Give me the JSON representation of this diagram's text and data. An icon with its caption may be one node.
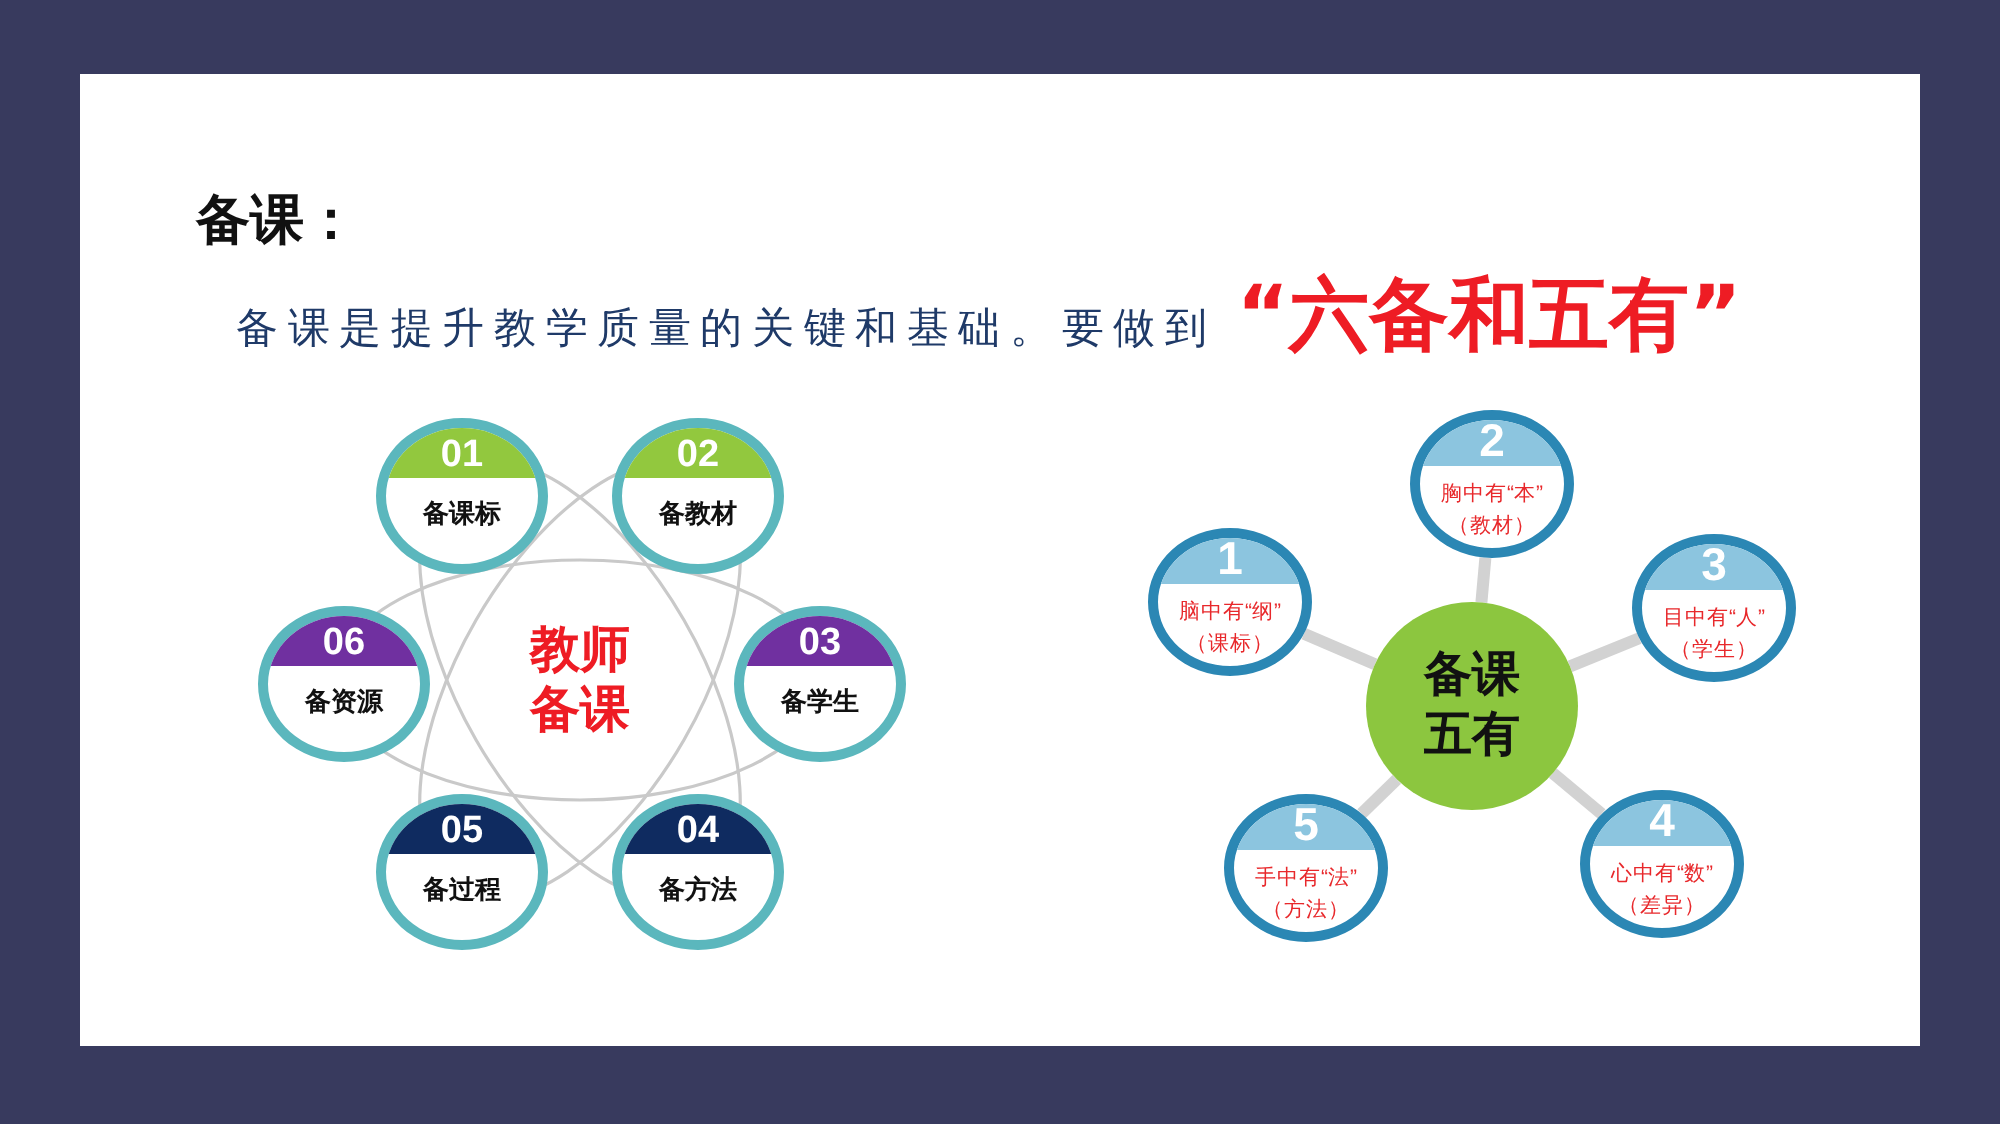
{
  "diagram": {
    "title": "备课：",
    "nodes": [
      {
        "text": [
          "01",
          "备课标"
        ]
      },
      {
        "text": [
          "02",
          "备教材"
        ]
      },
      {
        "text": [
          "03",
          "备学生"
        ]
      },
      {
        "text": [
          "04",
          "备方法"
        ]
      },
      {
        "text": [
          "05",
          "备过程"
        ]
      },
      {
        "text": [
          "06",
          "备资源"
        ]
      },
      {
        "text": [
          "备课五有"
        ]
      },
      {
        "text": [
          "1",
          "脑中有“纲”",
          "（课标）"
        ]
      },
      {
        "text": [
          "2",
          "胸中有“本”",
          "（教材）"
        ]
      },
      {
        "text": [
          "3",
          "目中有“人”",
          "（学生）"
        ]
      },
      {
        "text": [
          "4",
          "心中有“数”",
          "（差异）"
        ]
      },
      {
        "text": [
          "5",
          "手中有“法”",
          "（方法）"
        ]
      }
    ],
    "edges": [
      {
        "from": 6,
        "to": 7,
        "arrow": "none"
      },
      {
        "from": 6,
        "to": 8,
        "arrow": "none"
      },
      {
        "from": 6,
        "to": 9,
        "arrow": "none"
      },
      {
        "from": 6,
        "to": 10,
        "arrow": "none"
      },
      {
        "from": 6,
        "to": 11,
        "arrow": "none"
      }
    ],
    "labels": [
      "备课是提升教学质量的关键和基础。要做到**“六备和五有”**",
      "教师备课"
    ]
  }
}
